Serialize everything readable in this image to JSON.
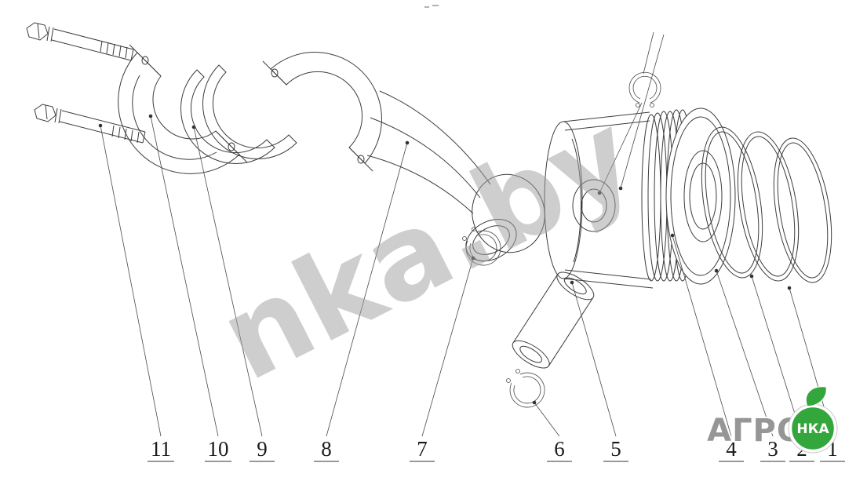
{
  "diagram": {
    "watermark": "nka.by",
    "callouts": [
      {
        "label": "11"
      },
      {
        "label": "10"
      },
      {
        "label": "9"
      },
      {
        "label": "8"
      },
      {
        "label": "7"
      },
      {
        "label": "6"
      },
      {
        "label": "5"
      },
      {
        "label": "4"
      },
      {
        "label": "3"
      },
      {
        "label": "2"
      },
      {
        "label": "1"
      }
    ]
  },
  "logo": {
    "brand": "АГРО",
    "badge": "НКА"
  },
  "colors": {
    "line": "#3c3c3c",
    "watermark": "#9d9d9d",
    "logo_green": "#33a63c",
    "logo_gray": "#969696"
  }
}
